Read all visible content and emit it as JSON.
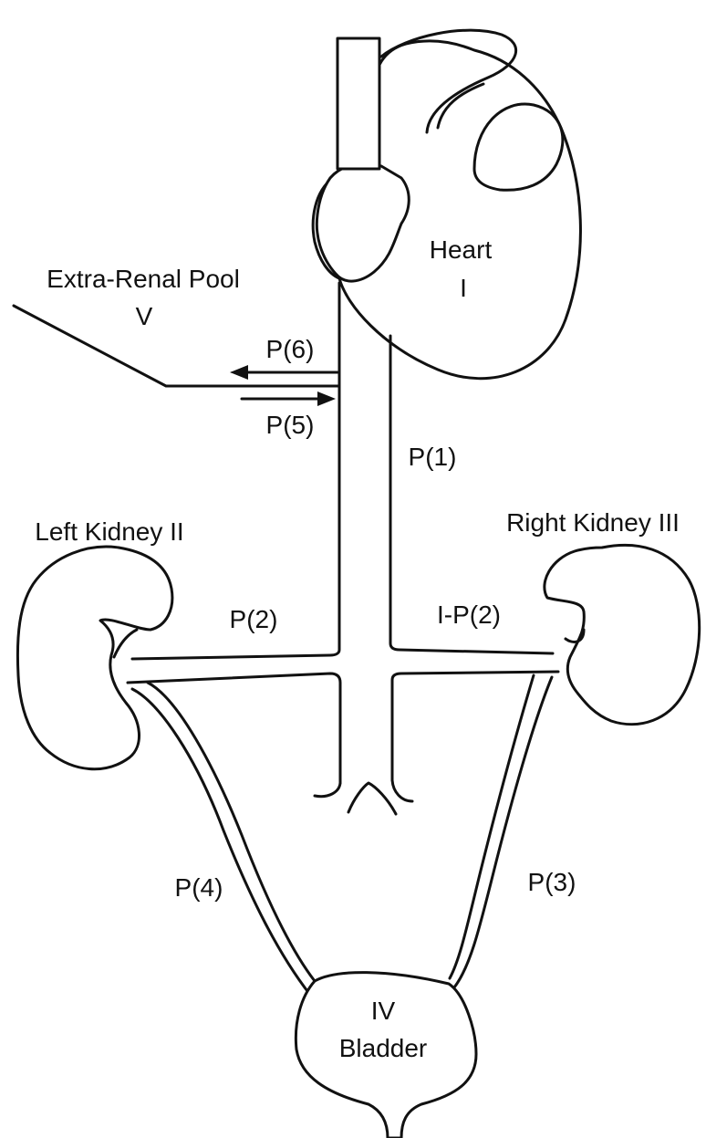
{
  "labels": {
    "heart_name": "Heart",
    "heart_num": "I",
    "pool_name": "Extra-Renal Pool",
    "pool_num": "V",
    "left_kidney": "Left Kidney II",
    "right_kidney": "Right Kidney III",
    "bladder_num": "IV",
    "bladder_name": "Bladder"
  },
  "paths": {
    "p1": "P(1)",
    "p2": "P(2)",
    "p1_minus_p2": "I-P(2)",
    "p3": "P(3)",
    "p4": "P(4)",
    "p5": "P(5)",
    "p6": "P(6)"
  },
  "colors": {
    "ink": "#111111",
    "paper": "#ffffff"
  }
}
